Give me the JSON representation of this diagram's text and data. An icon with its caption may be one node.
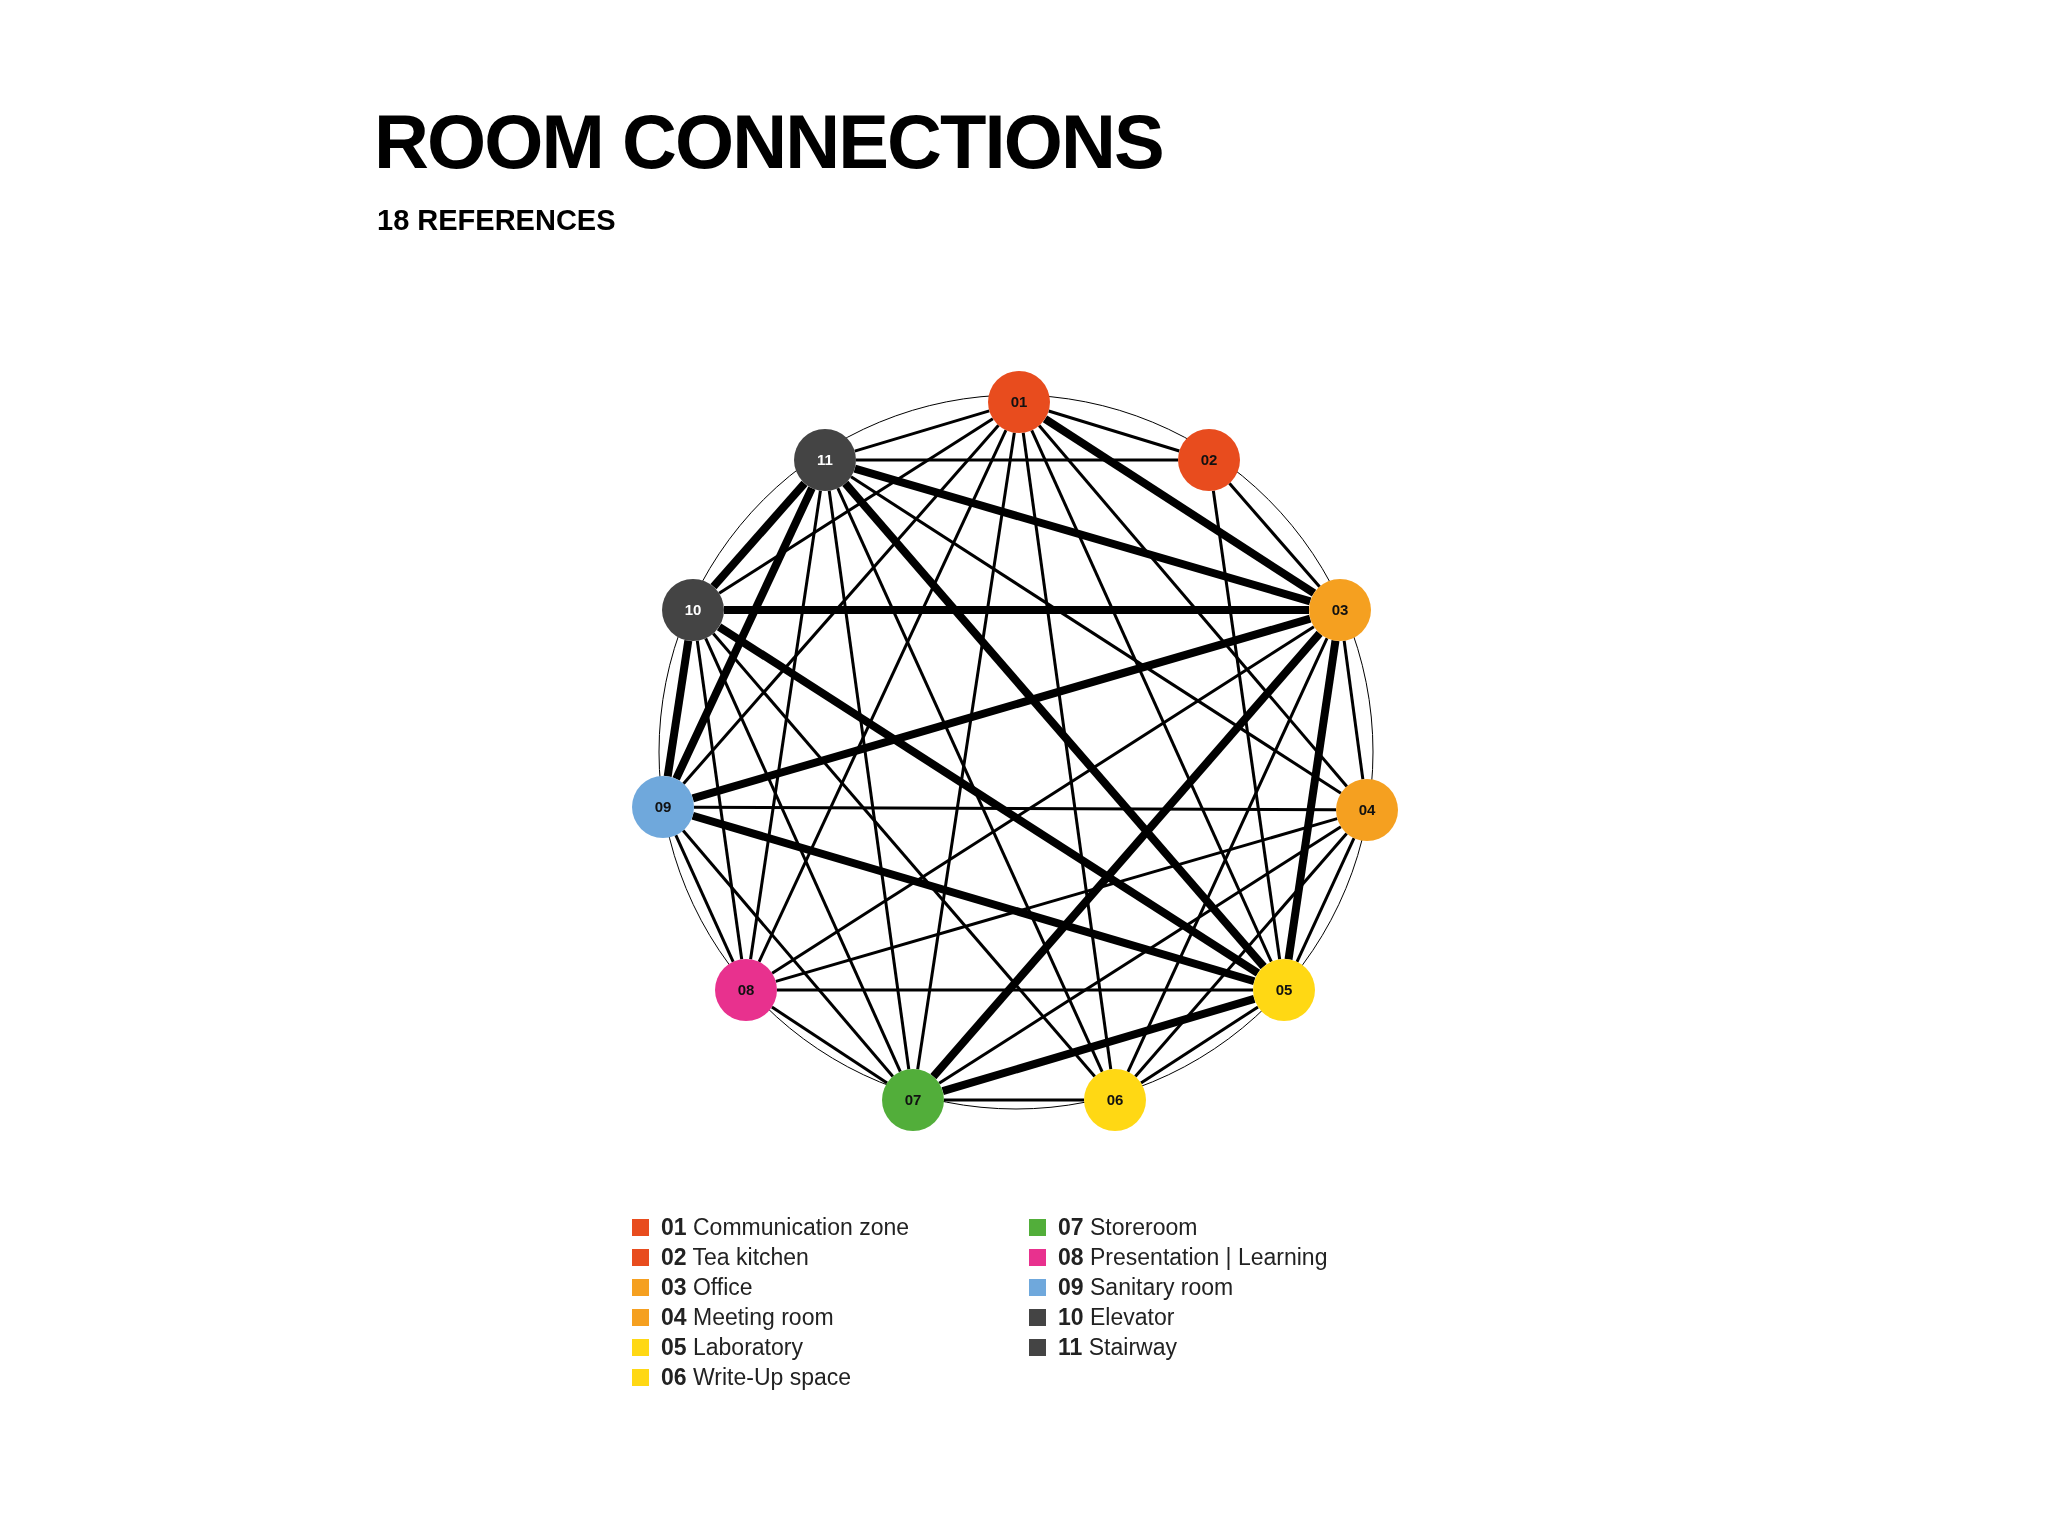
{
  "diagram": {
    "title": "ROOM CONNECTIONS",
    "caption": "18 REFERENCES",
    "nodes": [
      {
        "text": [
          "01"
        ]
      },
      {
        "text": [
          "02"
        ]
      },
      {
        "text": [
          "03"
        ]
      },
      {
        "text": [
          "04"
        ]
      },
      {
        "text": [
          "05"
        ]
      },
      {
        "text": [
          "06"
        ]
      },
      {
        "text": [
          "07"
        ]
      },
      {
        "text": [
          "08"
        ]
      },
      {
        "text": [
          "09"
        ]
      },
      {
        "text": [
          "10"
        ]
      },
      {
        "text": [
          "11"
        ]
      }
    ],
    "edges": [
      {
        "from": 0,
        "to": 1,
        "arrow": "none"
      },
      {
        "from": 0,
        "to": 2,
        "arrow": "none",
        "style": "thick"
      },
      {
        "from": 0,
        "to": 3,
        "arrow": "none"
      },
      {
        "from": 0,
        "to": 4,
        "arrow": "none"
      },
      {
        "from": 0,
        "to": 5,
        "arrow": "none"
      },
      {
        "from": 0,
        "to": 6,
        "arrow": "none"
      },
      {
        "from": 0,
        "to": 7,
        "arrow": "none"
      },
      {
        "from": 0,
        "to": 8,
        "arrow": "none"
      },
      {
        "from": 0,
        "to": 9,
        "arrow": "none"
      },
      {
        "from": 0,
        "to": 10,
        "arrow": "none"
      },
      {
        "from": 1,
        "to": 2,
        "arrow": "none"
      },
      {
        "from": 1,
        "to": 4,
        "arrow": "none"
      },
      {
        "from": 1,
        "to": 10,
        "arrow": "none"
      },
      {
        "from": 2,
        "to": 3,
        "arrow": "none"
      },
      {
        "from": 2,
        "to": 4,
        "arrow": "none",
        "style": "thick"
      },
      {
        "from": 2,
        "to": 5,
        "arrow": "none"
      },
      {
        "from": 2,
        "to": 6,
        "arrow": "none",
        "style": "thick"
      },
      {
        "from": 2,
        "to": 7,
        "arrow": "none"
      },
      {
        "from": 2,
        "to": 8,
        "arrow": "none",
        "style": "thick"
      },
      {
        "from": 2,
        "to": 9,
        "arrow": "none",
        "style": "thick"
      },
      {
        "from": 2,
        "to": 10,
        "arrow": "none",
        "style": "thick"
      },
      {
        "from": 3,
        "to": 4,
        "arrow": "none"
      },
      {
        "from": 3,
        "to": 5,
        "arrow": "none"
      },
      {
        "from": 3,
        "to": 6,
        "arrow": "none"
      },
      {
        "from": 3,
        "to": 7,
        "arrow": "none"
      },
      {
        "from": 3,
        "to": 8,
        "arrow": "none"
      },
      {
        "from": 3,
        "to": 10,
        "arrow": "none"
      },
      {
        "from": 4,
        "to": 5,
        "arrow": "none"
      },
      {
        "from": 4,
        "to": 6,
        "arrow": "none",
        "style": "thick"
      },
      {
        "from": 4,
        "to": 7,
        "arrow": "none"
      },
      {
        "from": 4,
        "to": 8,
        "arrow": "none",
        "style": "thick"
      },
      {
        "from": 4,
        "to": 9,
        "arrow": "none",
        "style": "thick"
      },
      {
        "from": 4,
        "to": 10,
        "arrow": "none",
        "style": "thick"
      },
      {
        "from": 5,
        "to": 6,
        "arrow": "none"
      },
      {
        "from": 5,
        "to": 9,
        "arrow": "none"
      },
      {
        "from": 5,
        "to": 10,
        "arrow": "none"
      },
      {
        "from": 6,
        "to": 7,
        "arrow": "none"
      },
      {
        "from": 6,
        "to": 8,
        "arrow": "none"
      },
      {
        "from": 6,
        "to": 9,
        "arrow": "none"
      },
      {
        "from": 6,
        "to": 10,
        "arrow": "none"
      },
      {
        "from": 7,
        "to": 8,
        "arrow": "none"
      },
      {
        "from": 7,
        "to": 9,
        "arrow": "none"
      },
      {
        "from": 7,
        "to": 10,
        "arrow": "none"
      },
      {
        "from": 8,
        "to": 9,
        "arrow": "none",
        "style": "thick"
      },
      {
        "from": 8,
        "to": 10,
        "arrow": "none",
        "style": "thick"
      },
      {
        "from": 9,
        "to": 10,
        "arrow": "none",
        "style": "thick"
      }
    ],
    "legend": [
      {
        "text": "**01** Communication zone",
        "color": "#e84c1e"
      },
      {
        "text": "**02** Tea kitchen",
        "color": "#e84c1e"
      },
      {
        "text": "**03** Office",
        "color": "#f5a020"
      },
      {
        "text": "**04** Meeting room",
        "color": "#f5a020"
      },
      {
        "text": "**05** Laboratory",
        "color": "#ffd814"
      },
      {
        "text": "**06** Write-Up space",
        "color": "#ffd814"
      },
      {
        "text": "**07** Storeroom",
        "color": "#52ae3a"
      },
      {
        "text": "**08** Presentation | Learning",
        "color": "#e8318e"
      },
      {
        "text": "**09** Sanitary room",
        "color": "#6fa8dc"
      },
      {
        "text": "**10** Elevator",
        "color": "#444444"
      },
      {
        "text": "**11** Stairway",
        "color": "#444444"
      }
    ]
  }
}
